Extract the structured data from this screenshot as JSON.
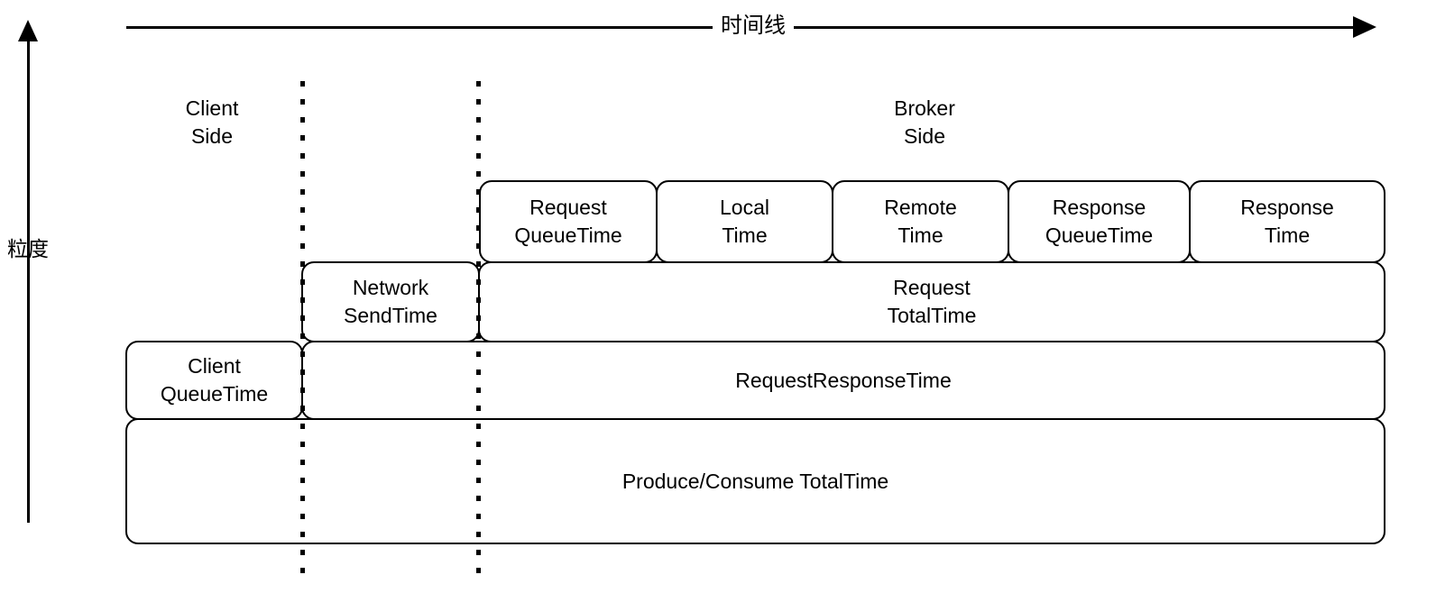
{
  "axes": {
    "x_label": "时间线",
    "y_label": "粒度"
  },
  "captions": {
    "client_side": "Client\nSide",
    "broker_side": "Broker\nSide"
  },
  "rows": [
    {
      "name": "broker-breakdown-row",
      "boxes": [
        {
          "label": "Request\nQueueTime"
        },
        {
          "label": "Local\nTime"
        },
        {
          "label": "Remote\nTime"
        },
        {
          "label": "Response\nQueueTime"
        },
        {
          "label": "Response\nTime"
        }
      ]
    },
    {
      "name": "request-total-row",
      "boxes": [
        {
          "label": "Network\nSendTime"
        },
        {
          "label": "Request\nTotalTime"
        }
      ]
    },
    {
      "name": "request-response-row",
      "boxes": [
        {
          "label": "Client\nQueueTime"
        },
        {
          "label": "RequestResponseTime"
        }
      ]
    },
    {
      "name": "total-row",
      "boxes": [
        {
          "label": "Produce/Consume TotalTime"
        }
      ]
    }
  ],
  "colors": {
    "stroke": "#000000",
    "background": "#ffffff"
  }
}
